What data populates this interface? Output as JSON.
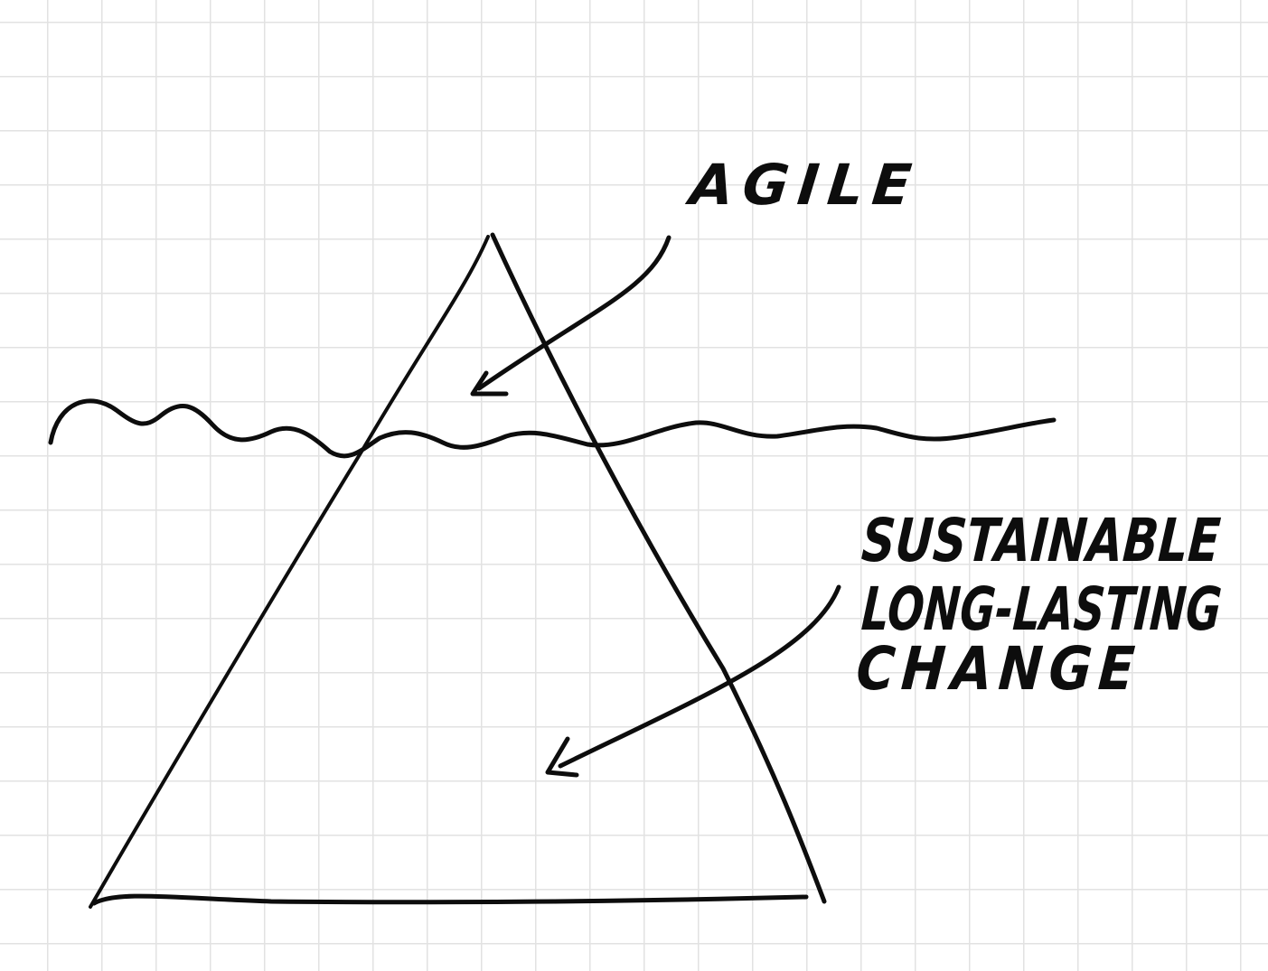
{
  "labels": {
    "top": "AGILE",
    "bottom": [
      "SUSTAINABLE",
      "LONG-LASTING",
      "CHANGE"
    ]
  },
  "colors": {
    "ink": "#0d0d0d",
    "grid": "#e2e2e2",
    "paper": "#ffffff"
  }
}
